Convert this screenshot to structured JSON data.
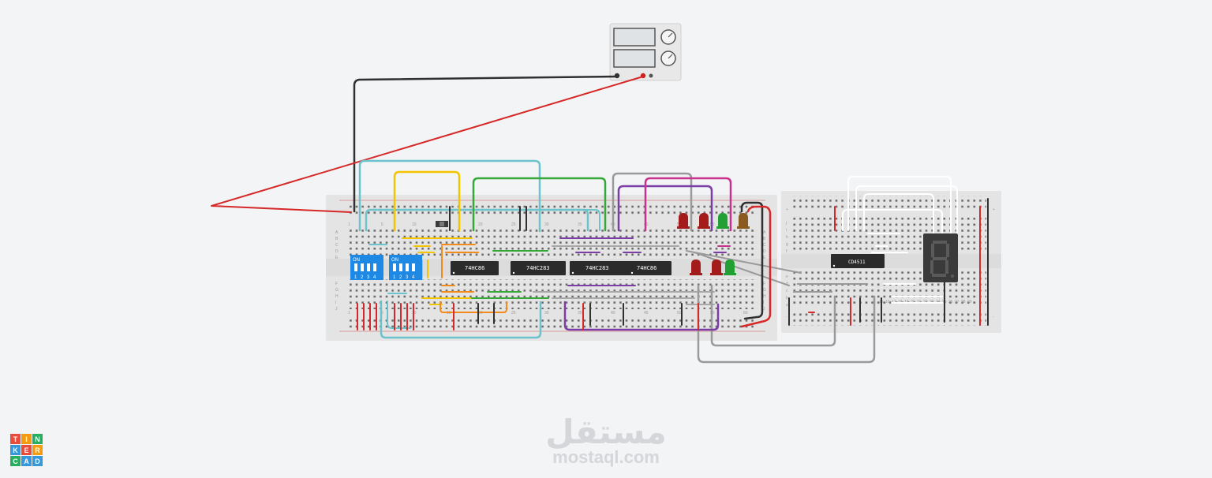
{
  "chips": {
    "u1": "74HC86",
    "u2": "74HC283",
    "u3": "74HC283",
    "u4": "74HC86",
    "decoder": "CD4511"
  },
  "dip_switches": {
    "on_label": "ON",
    "positions": [
      "1",
      "2",
      "3",
      "4"
    ]
  },
  "breadcrumbs_rows": {
    "main_row_letters": [
      "A",
      "B",
      "C",
      "D",
      "E",
      "F",
      "G",
      "H",
      "I",
      "J"
    ],
    "main_col_numbers": [
      "1",
      "5",
      "10",
      "15",
      "20",
      "25",
      "30",
      "35",
      "40",
      "45",
      "50",
      "55",
      "60"
    ],
    "aux_row_letters": [
      "a",
      "b",
      "c",
      "d",
      "e",
      "f",
      "g",
      "h",
      "i",
      "j"
    ],
    "aux_col_numbers": [
      "15",
      "16",
      "17",
      "18",
      "19",
      "20",
      "21",
      "22",
      "23",
      "24",
      "25",
      "26",
      "27",
      "28",
      "29"
    ]
  },
  "rail_marks": {
    "plus": "+",
    "minus": "-"
  },
  "watermark": {
    "arabic": "مستقل",
    "latin": "mostaql.com"
  },
  "logo": {
    "letters": [
      "T",
      "I",
      "N",
      "K",
      "E",
      "R",
      "C",
      "A",
      "D"
    ],
    "colors": [
      "#e74c3c",
      "#f39c12",
      "#27ae60",
      "#3498db",
      "#e74c3c",
      "#f39c12",
      "#27ae60",
      "#3498db",
      "#3498db"
    ]
  },
  "colors": {
    "breadboard": "#e4e4e4",
    "chip": "#2b2b2b",
    "dip_blue": "#1e88e5",
    "wire_red": "#d62828",
    "wire_black": "#303030",
    "wire_cyan": "#6cc3cc",
    "wire_yellow": "#f2c500",
    "wire_green": "#35a839",
    "wire_purple": "#7a3ea6",
    "wire_magenta": "#c8318e",
    "wire_gray": "#9a9a9a",
    "wire_orange": "#f28a1c",
    "led_red": "#a31b1b",
    "led_green": "#23a033",
    "led_brown": "#8a5a1f"
  }
}
